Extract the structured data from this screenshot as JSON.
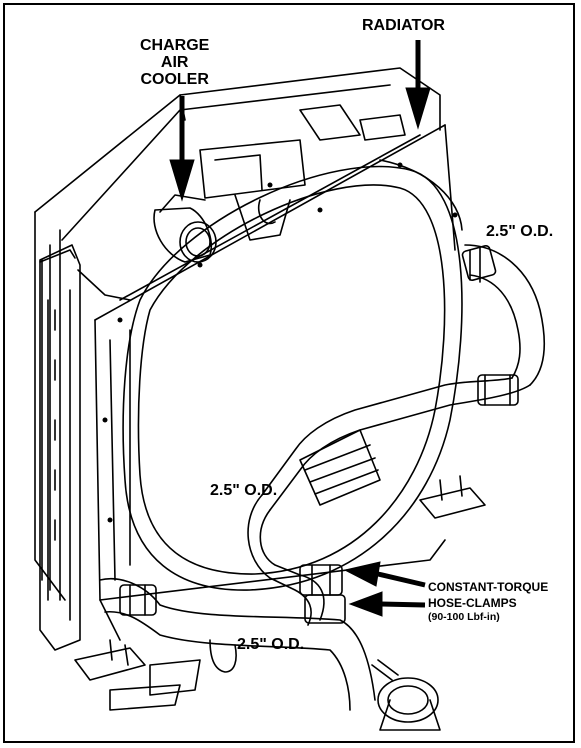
{
  "labels": {
    "charge_air_cooler": [
      "CHARGE",
      "AIR",
      "COOLER"
    ],
    "radiator": "RADIATOR",
    "od_upper_right": "2.5\" O.D.",
    "od_middle": "2.5\" O.D.",
    "od_bottom": "2.5\" O.D.",
    "clamps": [
      "CONSTANT-TORQUE",
      "HOSE-CLAMPS",
      "(90-100 Lbf-in)"
    ]
  }
}
